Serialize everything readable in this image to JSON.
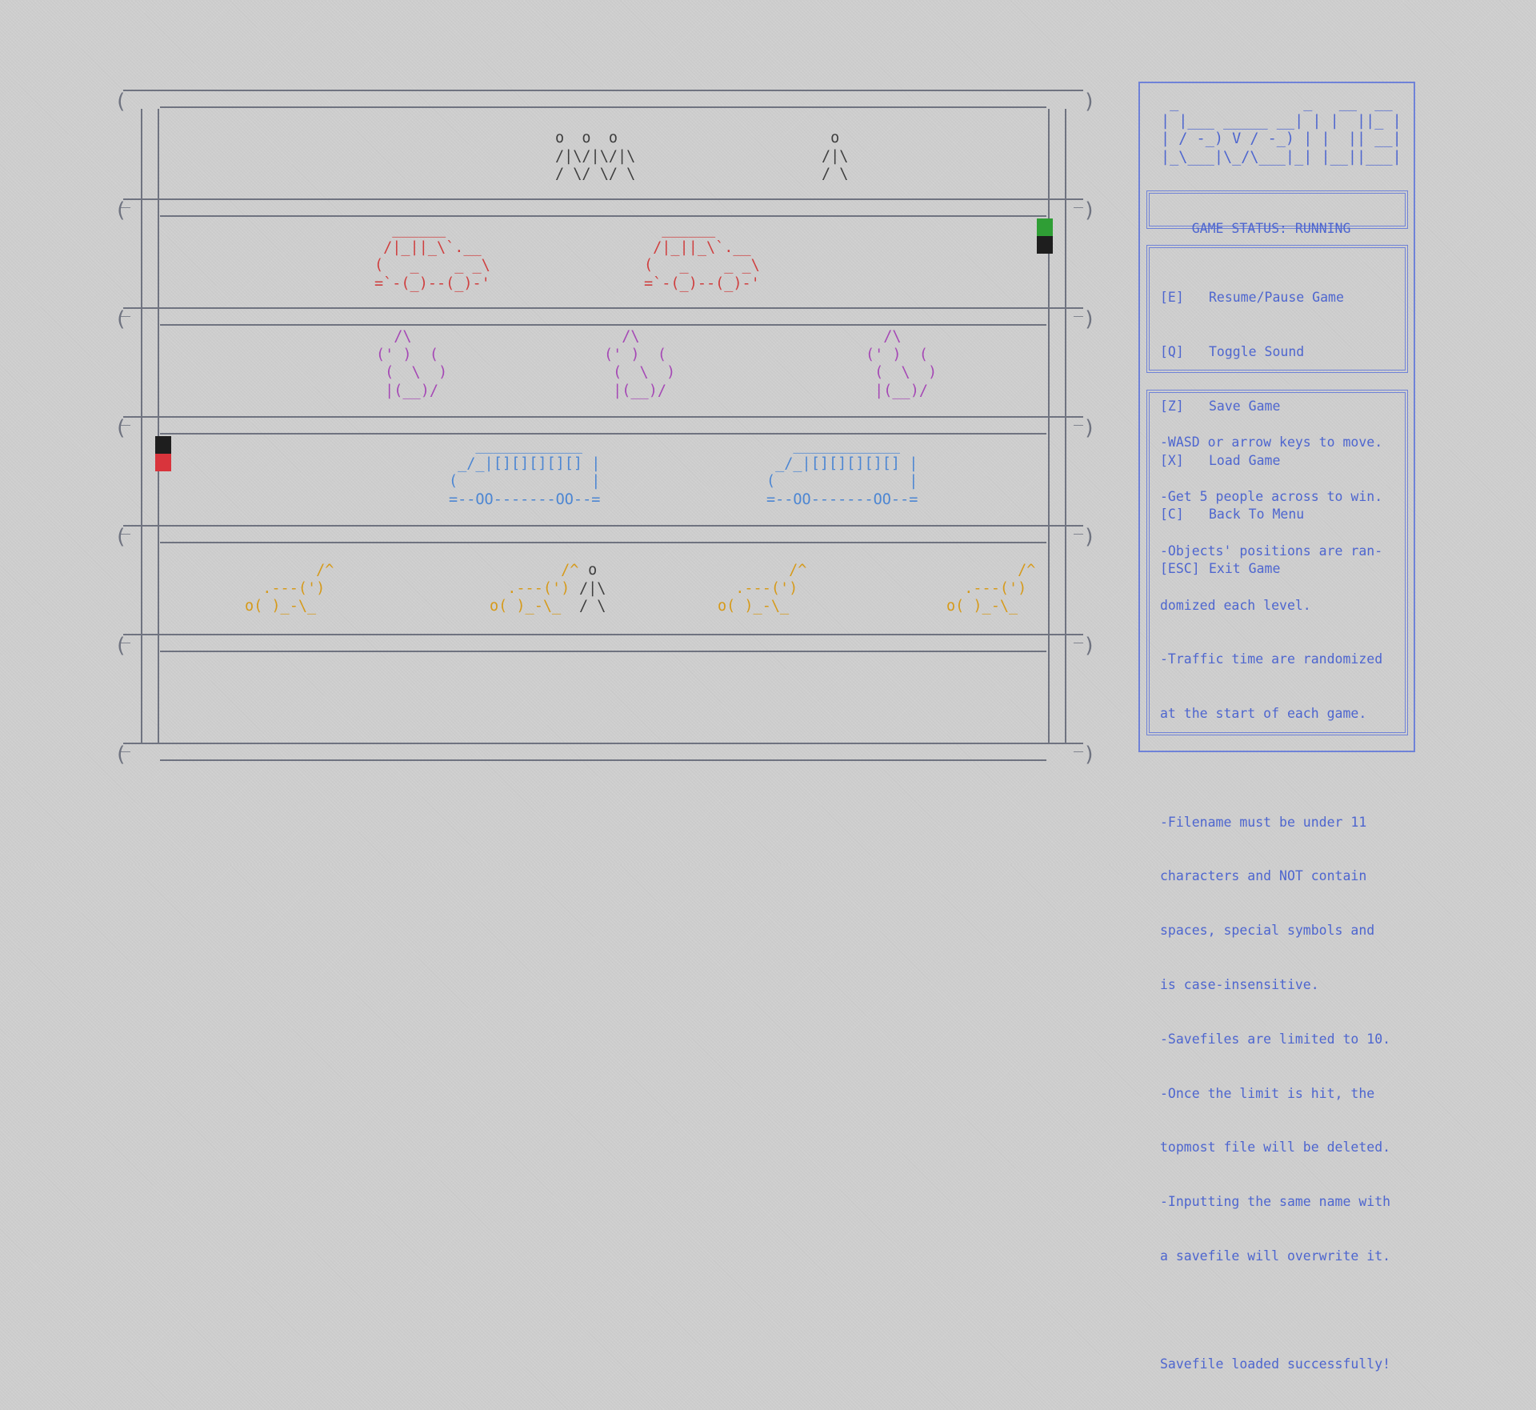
{
  "game": {
    "title_art": " _              _   __  __ \n| |___ _____ __| | |  ||_ |\n| / -_) V / -_) | |  || __|\n|_\\___|\\_/\\___|_| |__||___|",
    "board": {
      "border_color": "#6f7380",
      "cap_left": "(",
      "cap_right": ")",
      "under_mark": "_"
    },
    "lanes": [
      {
        "kind": "sidewalk",
        "sprites": [
          {
            "type": "person-group",
            "art": "o  o  o\n/|\\/|\\/|\\\n/ \\/ \\/ \\"
          },
          {
            "type": "person",
            "art": " o\n/|\\\n/ \\"
          }
        ]
      },
      {
        "kind": "road",
        "sprites": [
          {
            "type": "car",
            "art": "  ______\n /|_||_\\`.__\n(   _    _ _\\\n=`-(_)--(_)-'"
          },
          {
            "type": "car",
            "art": "  ______\n /|_||_\\`.__\n(   _    _ _\\\n=`-(_)--(_)-'"
          }
        ]
      },
      {
        "kind": "road",
        "sprites": [
          {
            "type": "rabbit",
            "art": "  /\\\n(' )  (\n (  \\  )\n |(__)/"
          },
          {
            "type": "rabbit",
            "art": "  /\\\n(' )  (\n (  \\  )\n |(__)/"
          },
          {
            "type": "rabbit",
            "art": "  /\\\n(' )  (\n (  \\  )\n |(__)/"
          }
        ]
      },
      {
        "kind": "road",
        "sprites": [
          {
            "type": "bus",
            "art": "   ____________\n _/_|[][][][][] |\n(               |\n=--OO-------OO--="
          },
          {
            "type": "bus",
            "art": "   ____________\n _/_|[][][][][] |\n(               |\n=--OO-------OO--="
          }
        ]
      },
      {
        "kind": "road",
        "sprites": [
          {
            "type": "dog",
            "art": "        /^\n  .---(')\no( )_-\\_"
          },
          {
            "type": "dog",
            "art": "        /^\n  .---(')\no( )_-\\_"
          },
          {
            "type": "person",
            "art": " o\n/|\\\n/ \\"
          },
          {
            "type": "dog",
            "art": "        /^\n  .---(')\no( )_-\\_"
          },
          {
            "type": "dog",
            "art": "        /^\n  .---(')\no( )_-\\_"
          }
        ]
      },
      {
        "kind": "sidewalk",
        "sprites": []
      }
    ],
    "colors": {
      "person": "#3e3e3e",
      "car": "#cf3f3f",
      "rabbit": "#a548b5",
      "bus": "#4c86d3",
      "dog": "#d69a1a",
      "panel": "#4e66cf",
      "light_green": "#2f9e35",
      "light_red": "#d9343c",
      "light_off": "#1e1e1e"
    },
    "traffic_lights": [
      {
        "name": "right-traffic-light",
        "active": "green"
      },
      {
        "name": "left-traffic-light",
        "active": "red"
      }
    ]
  },
  "panel": {
    "status": "GAME STATUS: RUNNING",
    "controls": [
      {
        "key": "[E]",
        "label": "Resume/Pause Game"
      },
      {
        "key": "[Q]",
        "label": "Toggle Sound"
      },
      {
        "key": "[Z]",
        "label": "Save Game"
      },
      {
        "key": "[X]",
        "label": "Load Game"
      },
      {
        "key": "[C]",
        "label": "Back To Menu"
      },
      {
        "key": "[ESC]",
        "label": "Exit Game"
      }
    ],
    "info_lines": [
      "-WASD or arrow keys to move.",
      "-Get 5 people across to win.",
      "-Objects' positions are ran-",
      "domized each level.",
      "-Traffic time are randomized",
      "at the start of each game.",
      "",
      "-Filename must be under 11",
      "characters and NOT contain",
      "spaces, special symbols and",
      "is case-insensitive.",
      "-Savefiles are limited to 10.",
      "-Once the limit is hit, the",
      "topmost file will be deleted.",
      "-Inputting the same name with",
      "a savefile will overwrite it.",
      "",
      "Savefile loaded successfully!"
    ]
  }
}
